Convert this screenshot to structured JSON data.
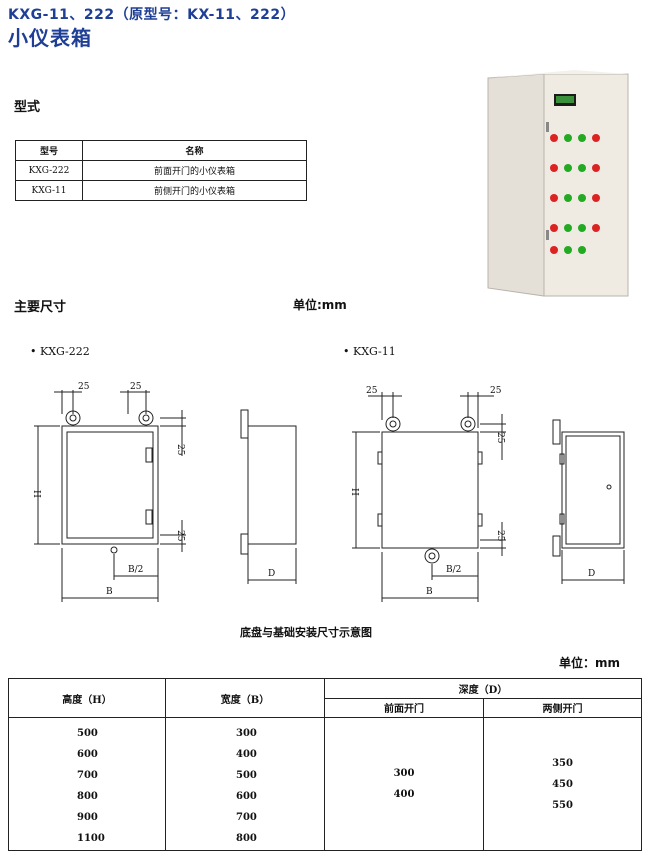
{
  "header": {
    "title_line1": "KXG-11、222（原型号：KX-11、222）",
    "title_line2": "小仪表箱"
  },
  "sections": {
    "type_heading": "型式",
    "dims_heading": "主要尺寸",
    "unit_label": "单位:mm",
    "unit_label_2": "单位：mm"
  },
  "type_table": {
    "headers": [
      "型号",
      "名称"
    ],
    "rows": [
      [
        "KXG-222",
        "前面开门的小仪表箱"
      ],
      [
        "KXG-11",
        "前侧开门的小仪表箱"
      ]
    ]
  },
  "drawings": {
    "left_model": "• KXG-222",
    "right_model": "• KXG-11",
    "dim_25": "25",
    "dim_H": "H",
    "dim_B": "B",
    "dim_B2": "B/2",
    "dim_D": "D",
    "caption": "底盘与基础安装尺寸示意图"
  },
  "dim_table": {
    "col_height": "高度（H）",
    "col_width": "宽度（B）",
    "col_depth": "深度（D）",
    "sub_front": "前面开门",
    "sub_side": "两侧开门",
    "heights": [
      "500",
      "600",
      "700",
      "800",
      "900",
      "1100"
    ],
    "widths": [
      "300",
      "400",
      "500",
      "600",
      "700",
      "800"
    ],
    "front_depths": [
      "300",
      "400"
    ],
    "side_depths": [
      "350",
      "450",
      "550"
    ]
  }
}
